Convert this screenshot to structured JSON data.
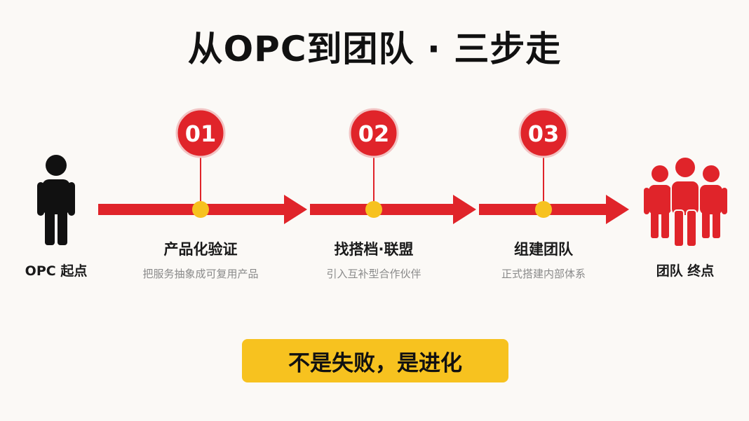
{
  "title": "从OPC到团队 · 三步走",
  "start": {
    "label": "OPC 起点"
  },
  "end": {
    "label": "团队 终点"
  },
  "steps": [
    {
      "number": "01",
      "title": "产品化验证",
      "desc": "把服务抽象成可复用产品"
    },
    {
      "number": "02",
      "title": "找搭档·联盟",
      "desc": "引入互补型合作伙伴"
    },
    {
      "number": "03",
      "title": "组建团队",
      "desc": "正式搭建内部体系"
    }
  ],
  "banner": {
    "text": "不是失败，是进化"
  },
  "colors": {
    "red": "#e0242a",
    "yellow": "#f7c21f",
    "black": "#111111",
    "bg": "#fbf9f6"
  },
  "icons": {
    "start": "person-icon",
    "end": "team-icon"
  }
}
